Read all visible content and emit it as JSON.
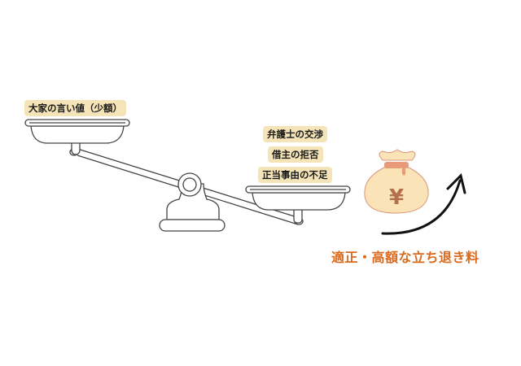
{
  "diagram": {
    "type": "balance-scale",
    "left_pan": {
      "label": "大家の言い値（少額）"
    },
    "right_pan": {
      "labels": [
        "弁護士の交渉",
        "借主の拒否",
        "正当事由の不足"
      ]
    },
    "outcome": {
      "caption": "適正・高額な立ち退き料",
      "money_bag_symbol": "¥"
    },
    "colors": {
      "label_bg": "#f5e4b8",
      "caption": "#d9691c",
      "bag_fill": "#fbe3b8",
      "bag_outline": "#d9967a",
      "bag_tie": "#e89a78",
      "yen": "#b4704a",
      "stroke": "#444444"
    }
  }
}
